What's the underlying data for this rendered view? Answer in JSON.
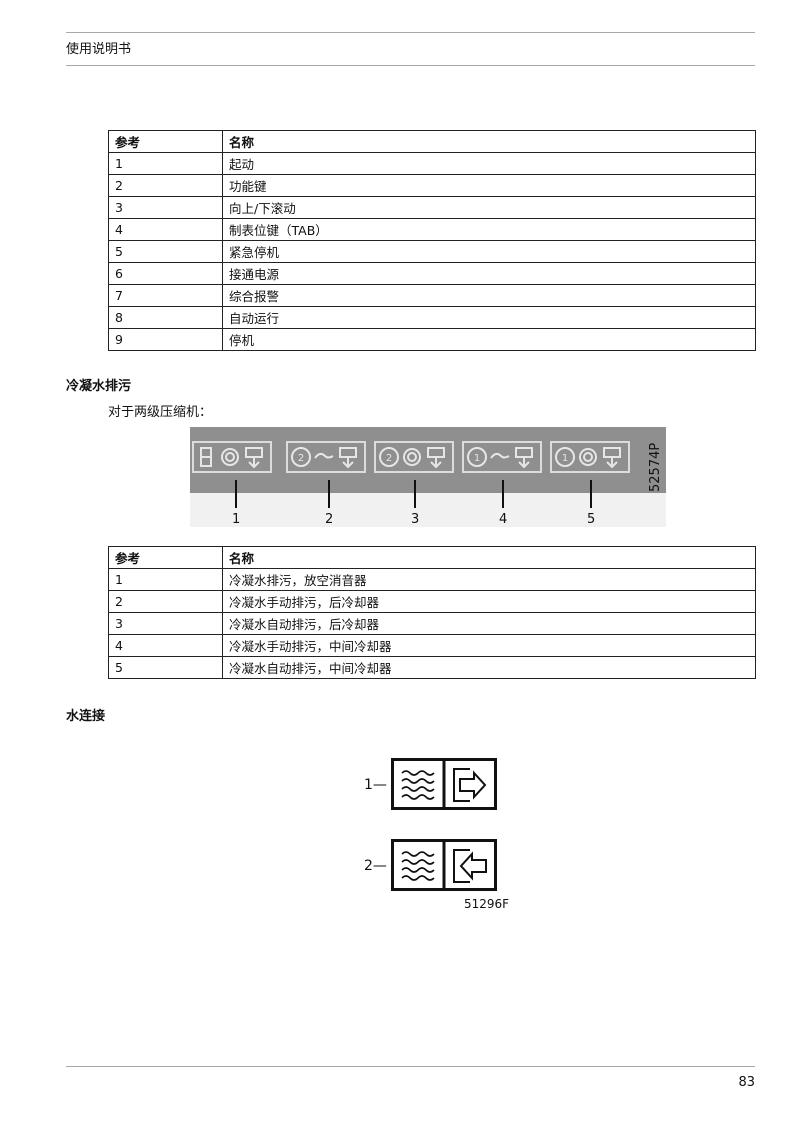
{
  "header": {
    "title": "使用说明书"
  },
  "table1": {
    "headers": [
      "参考",
      "名称"
    ],
    "rows": [
      [
        "1",
        "起动"
      ],
      [
        "2",
        "功能键"
      ],
      [
        "3",
        "向上/下滚动"
      ],
      [
        "4",
        "制表位键（TAB）"
      ],
      [
        "5",
        "紧急停机"
      ],
      [
        "6",
        "接通电源"
      ],
      [
        "7",
        "综合报警"
      ],
      [
        "8",
        "自动运行"
      ],
      [
        "9",
        "停机"
      ]
    ]
  },
  "condensate": {
    "title": "冷凝水排污",
    "subtitle": "对于两级压缩机：",
    "figure_code": "52574P",
    "callouts": [
      "1",
      "2",
      "3",
      "4",
      "5"
    ],
    "icons": [
      "panel-silencer-icon",
      "manual-aftercooler-icon",
      "auto-aftercooler-icon",
      "manual-intercooler-icon",
      "auto-intercooler-icon"
    ]
  },
  "table2": {
    "headers": [
      "参考",
      "名称"
    ],
    "rows": [
      [
        "1",
        "冷凝水排污，放空消音器"
      ],
      [
        "2",
        "冷凝水手动排污，后冷却器"
      ],
      [
        "3",
        "冷凝水自动排污，后冷却器"
      ],
      [
        "4",
        "冷凝水手动排污，中间冷却器"
      ],
      [
        "5",
        "冷凝水自动排污，中间冷却器"
      ]
    ]
  },
  "water": {
    "title": "水连接",
    "labels": [
      "1—",
      "2—"
    ],
    "figure_code": "51296F",
    "icons": [
      "water-outlet-icon",
      "water-inlet-icon"
    ]
  },
  "footer": {
    "page_number": "83"
  },
  "colors": {
    "panel_bg": "#8f8f8f",
    "panel_line": "#dcdcdc",
    "rule": "#a8a8a8"
  }
}
